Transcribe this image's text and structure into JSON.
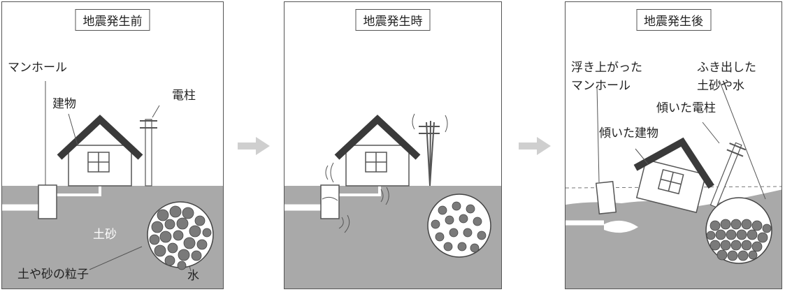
{
  "panels": {
    "before": {
      "title": "地震発生前",
      "labels": {
        "manhole": "マンホール",
        "building": "建物",
        "pole": "電柱",
        "soil": "土砂",
        "particles": "土や砂の粒子",
        "water": "水"
      }
    },
    "during": {
      "title": "地震発生時"
    },
    "after": {
      "title": "地震発生後",
      "labels": {
        "floating_manhole_1": "浮き上がった",
        "floating_manhole_2": "マンホール",
        "ejected_1": "ふき出した",
        "ejected_2": "土砂や水",
        "tilted_pole": "傾いた電柱",
        "tilted_building": "傾いた建物"
      }
    }
  },
  "colors": {
    "ground": "#a9a9a9",
    "roof": "#3a3a3a",
    "particle": "#7a7a7a",
    "arrow": "#cfcfcf"
  }
}
